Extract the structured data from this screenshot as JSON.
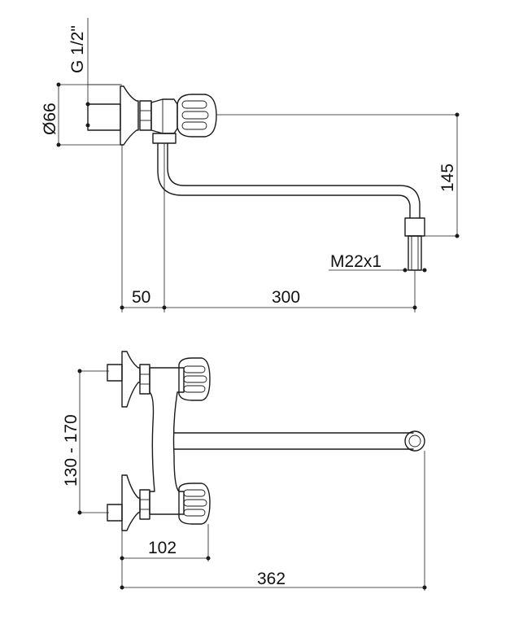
{
  "dimensions": {
    "thread_inlet": "G 1/2\"",
    "flange_diameter": "Ø66",
    "spout_height": "145",
    "spout_thread": "M22x1",
    "wall_offset": "50",
    "spout_reach": "300",
    "inlet_spacing": "130 - 170",
    "body_width": "102",
    "overall_length": "362"
  }
}
